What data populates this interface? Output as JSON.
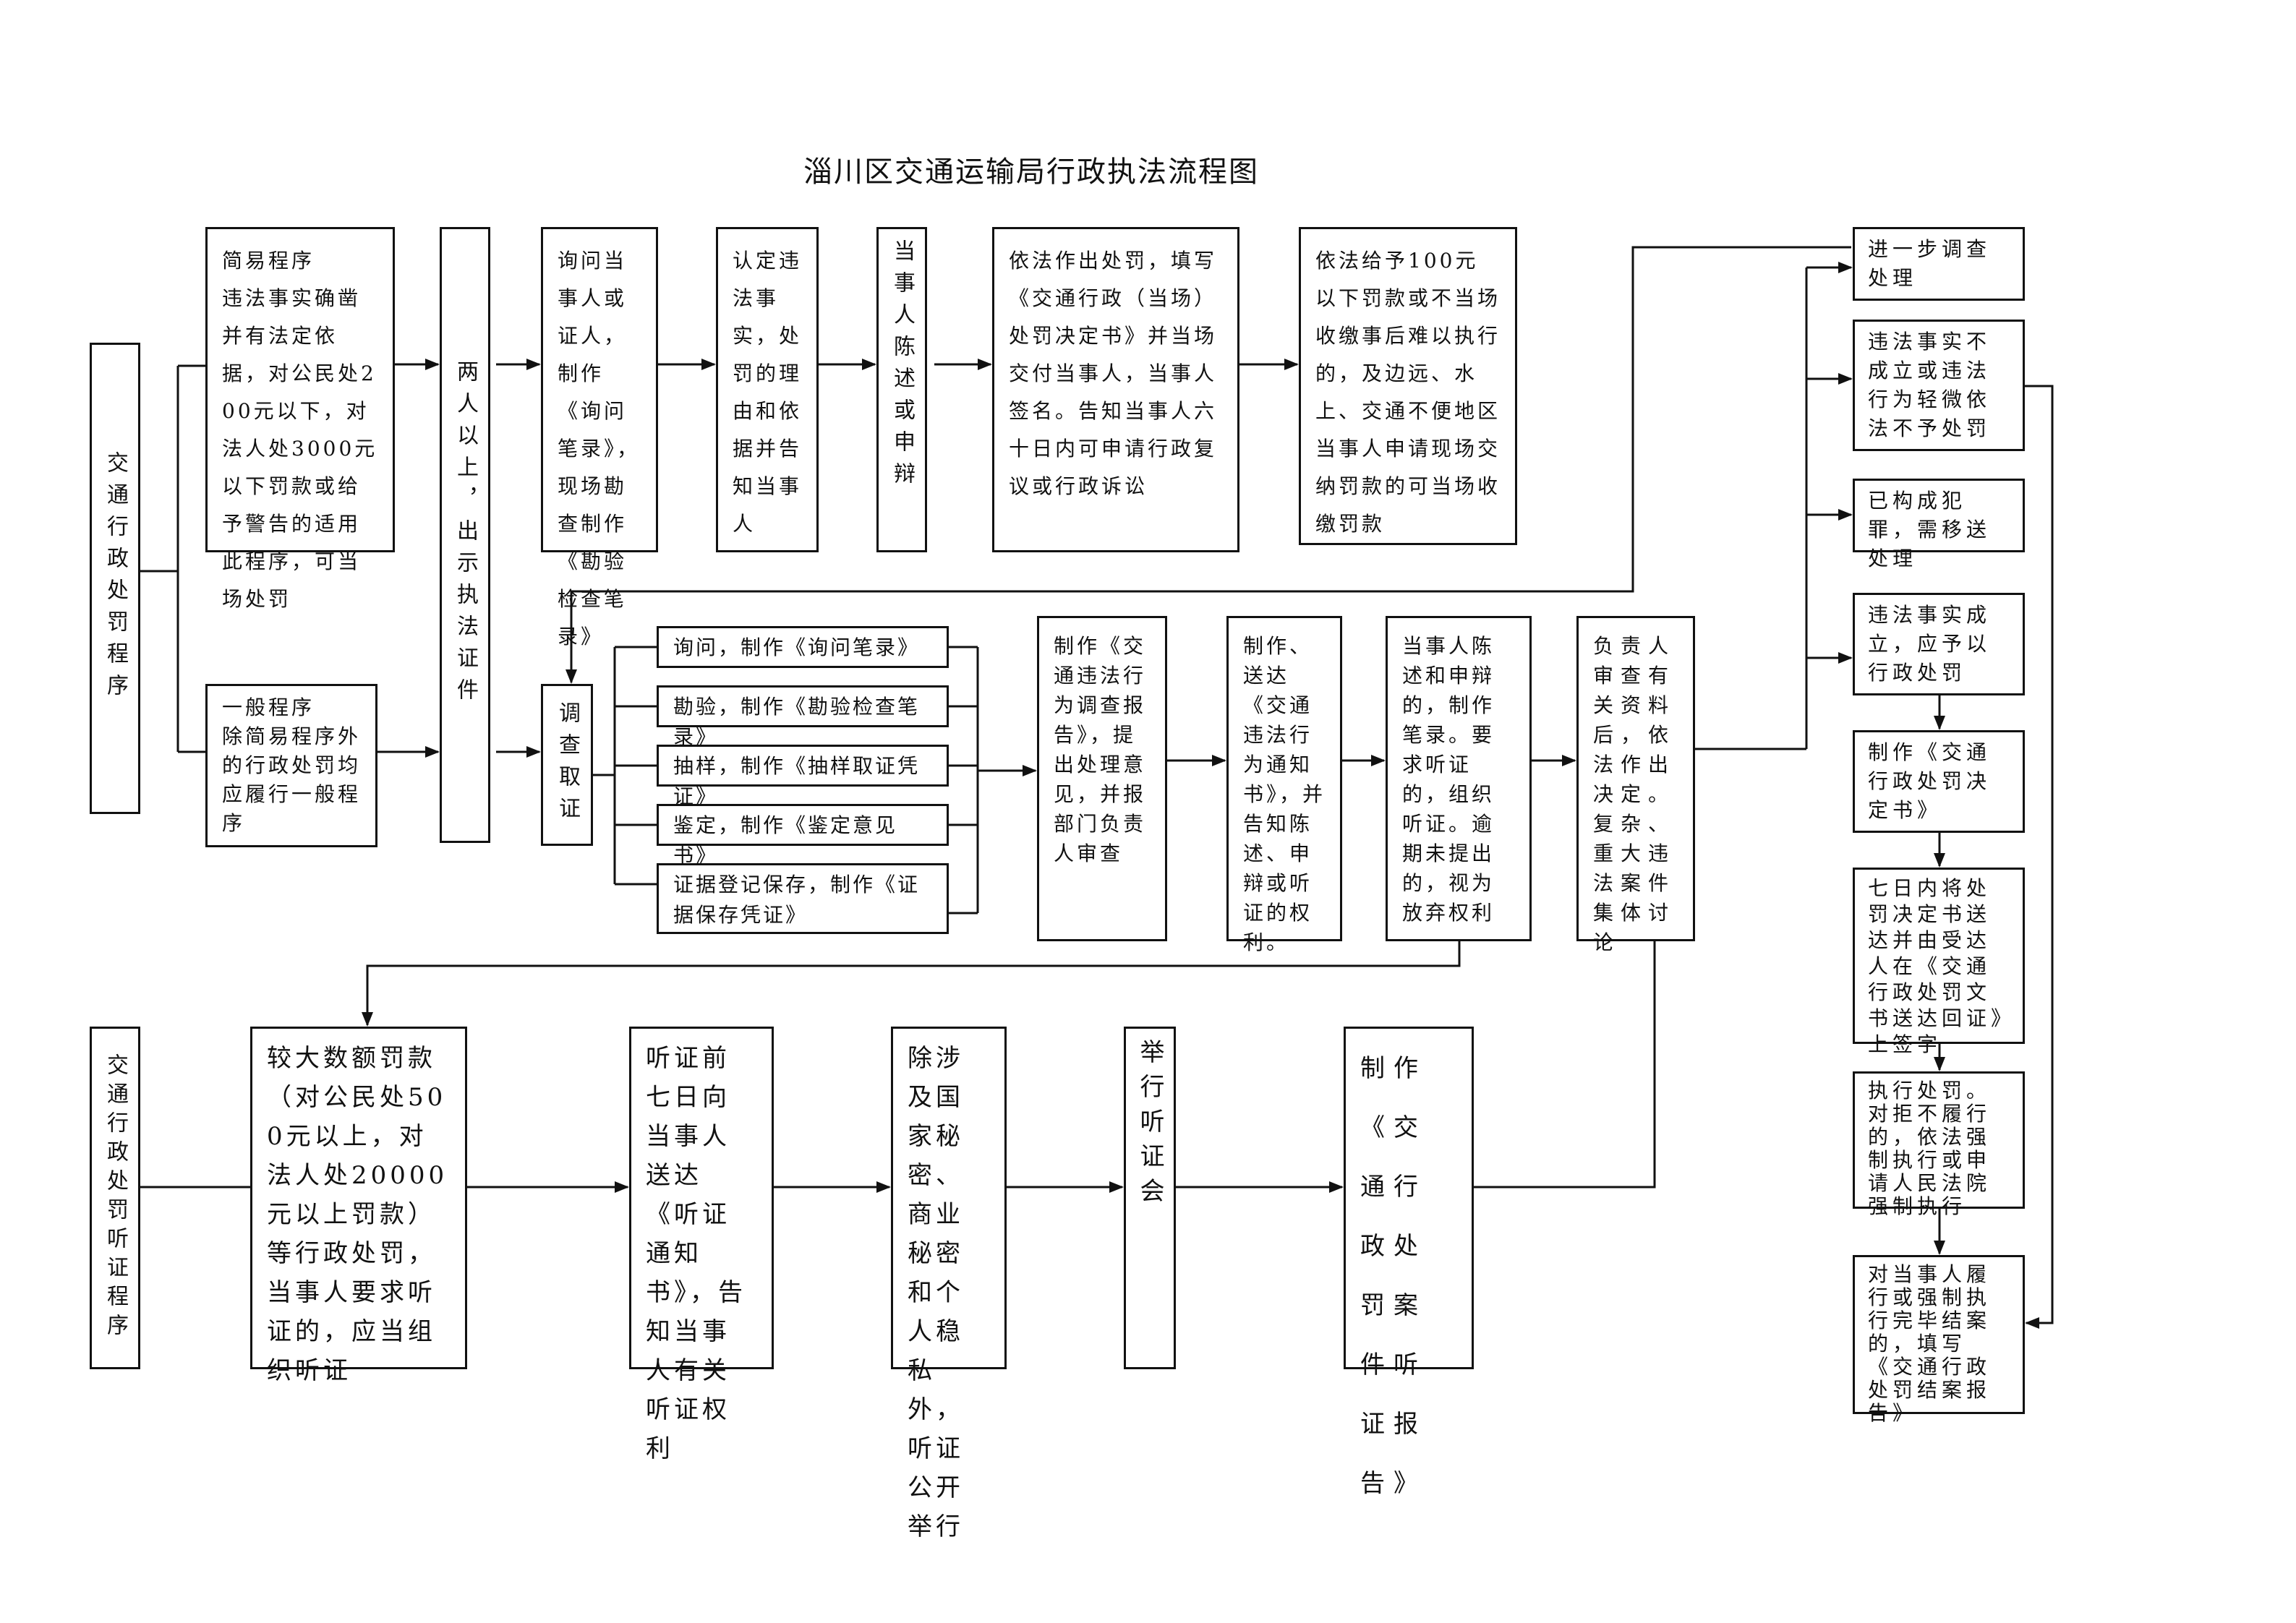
{
  "title": "淄川区交通运输局行政执法流程图",
  "admin_penalty": {
    "label": "交通行政处罚程序",
    "simple": "简易程序\n违法事实确凿并有法定依据，对公民处200元以下，对法人处3000元以下罚款或给予警告的适用此程序，可当场处罚",
    "general": "一般程序\n除简易程序外的行政处罚均应履行一般程序",
    "two_persons": "两人以上，出示执法证件",
    "inquire": "询问当事人或证人，制作《询问笔录》，现场勘查制作《勘验检查笔录》",
    "determine": "认定违法事实，处罚的理由和依据并告知当事人",
    "statement": "当事人陈述或申辩",
    "decision_onsite": "依法作出处罚，填写《交通行政（当场）处罚决定书》并当场交付当事人，当事人签名。告知当事人六十日内可申请行政复议或行政诉讼",
    "collect_onsite": "依法给予100元以下罚款或不当场收缴事后难以执行的，及边远、水上、交通不便地区当事人申请现场交纳罚款的可当场收缴罚款",
    "investigate": "调查取证",
    "evidence_steps": [
      "询问，制作《询问笔录》",
      "勘验，制作《勘验检查笔录》",
      "抽样，制作《抽样取证凭证》",
      "鉴定，制作《鉴定意见书》",
      "证据登记保存，制作《证据保存凭证》"
    ],
    "report": "制作《交通违法行为调查报告》，提出处理意见，并报部门负责人审查",
    "notice": "制作、送达《交通违法行为通知书》，并告知陈述、申辩或听证的权利。",
    "hearing_request": "当事人陈述和申辩的，制作笔录。要求听证的，组织听证。逾期未提出的，视为放弃权利",
    "review": "负责人审查有关资料后，依法作出决定。复杂、重大违法案件集体讨论",
    "outcomes": [
      "进一步调查处理",
      "违法事实不成立或违法行为轻微依法不予处罚",
      "已构成犯罪，需移送处理",
      "违法事实成立，应予以行政处罚",
      "制作《交通行政处罚决定书》",
      "七日内将处罚决定书送达并由受达人在《交通行政处罚文书送达回证》上签字",
      "执行处罚。对拒不履行的，依法强制执行或申请人民法院强制执行",
      "对当事人履行或强制执行完毕结案的，填写《交通行政处罚结案报告》"
    ]
  },
  "hearing": {
    "label": "交通行政处罚听证程序",
    "steps": [
      "较大数额罚款（对公民处500元以上，对法人处20000元以上罚款）等行政处罚，当事人要求听证的，应当组织听证",
      "听证前七日向当事人送达《听证通知书》，告知当事人有关听证权利",
      "除涉及国家秘密、商业秘密和个人稳私外，听证公开举行",
      "举行听证会",
      "制作《交通行政处罚案件听证报告》"
    ]
  }
}
